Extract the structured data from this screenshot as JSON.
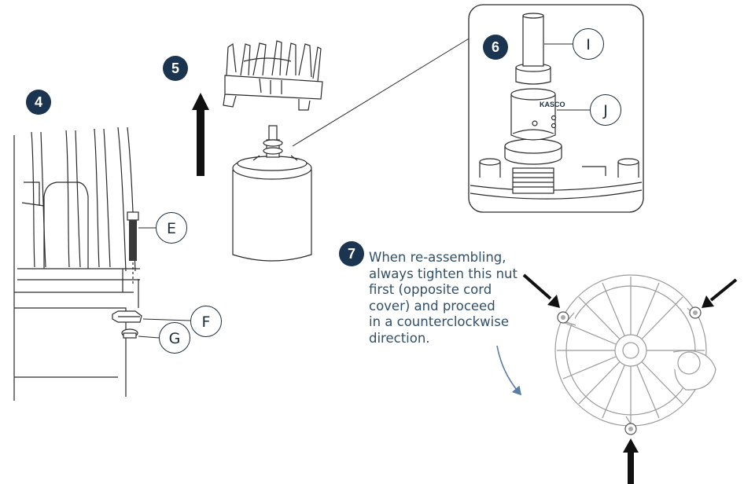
{
  "steps": {
    "s4": "4",
    "s5": "5",
    "s6": "6",
    "s7": "7"
  },
  "callouts": {
    "e": "E",
    "f": "F",
    "g": "G",
    "i": "I",
    "j": "J"
  },
  "instruction": {
    "lines": [
      "When re-assembling,",
      "always tighten this nut",
      "first (opposite cord",
      "cover) and proceed",
      "in a counterclockwise",
      "direction."
    ]
  },
  "labels": {
    "brand_mark": "KASCO"
  },
  "colors": {
    "badge": "#1b3450",
    "line_art": "#2a2a2a",
    "instruction_text": "#2f4f6b",
    "detail_arrow": "#5a7da3"
  }
}
